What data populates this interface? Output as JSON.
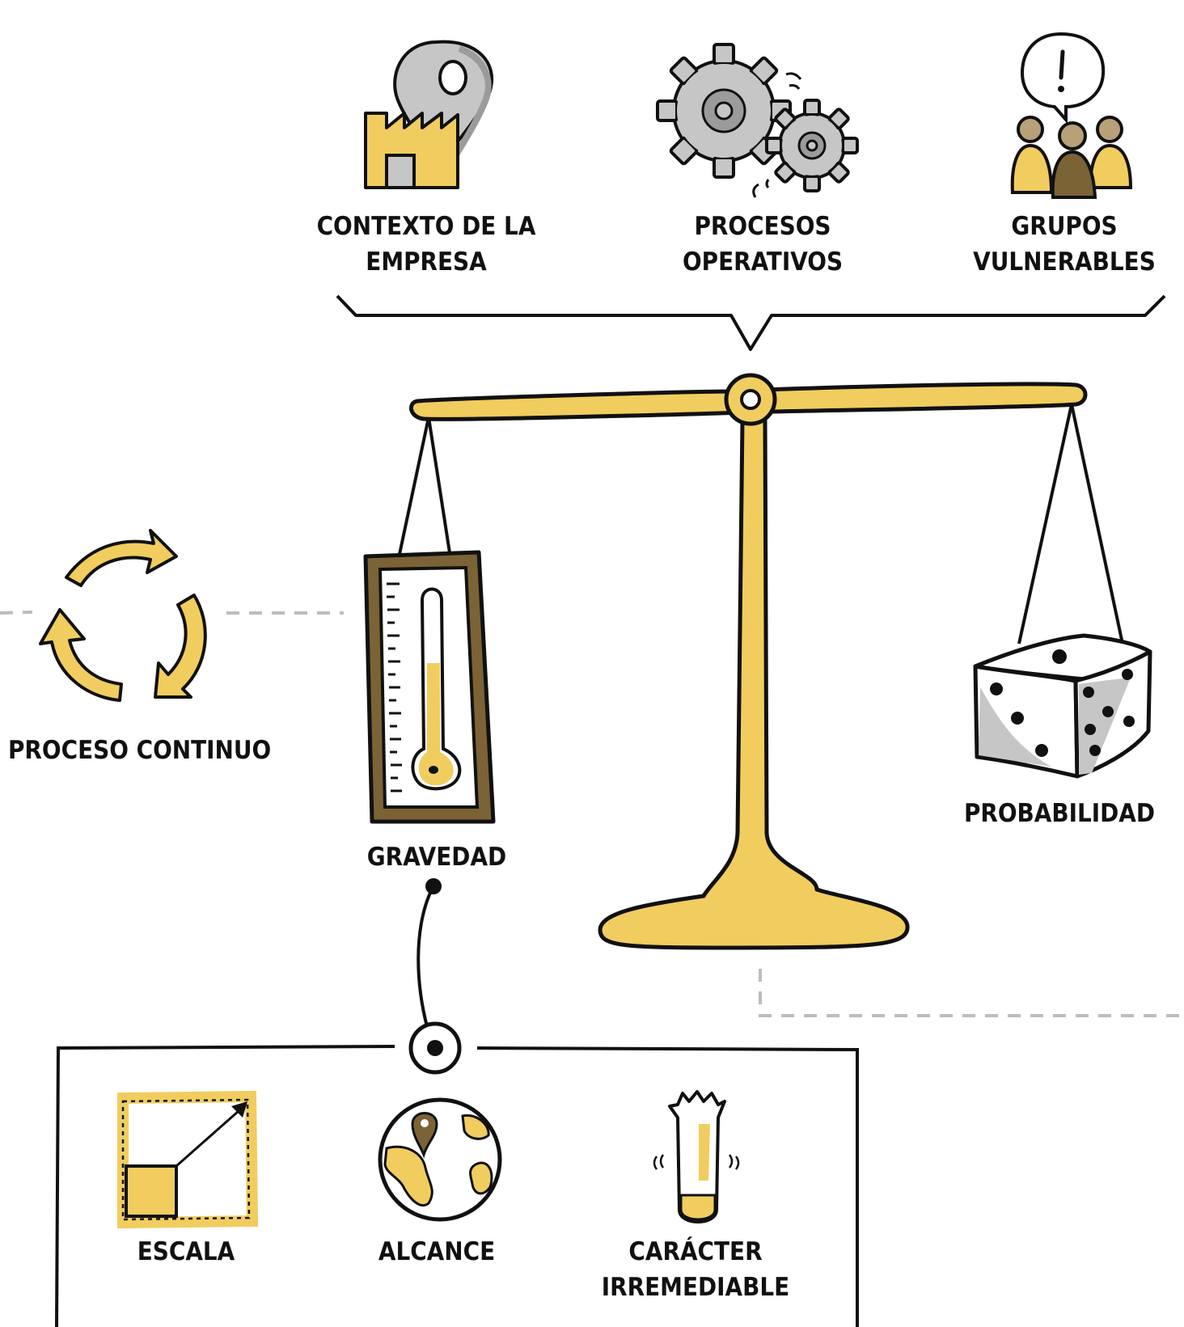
{
  "colors": {
    "yellow": "#f1cd5f",
    "yellow_dark": "#e6b93a",
    "brown": "#7b6336",
    "brown_light": "#b8a079",
    "gray": "#c6c6c6",
    "gray_dark": "#9b9b9b",
    "ink": "#111111",
    "dash": "#bdbdbd"
  },
  "top_factors": [
    {
      "icon": "factory-location-icon",
      "lines": [
        "CONTEXTO DE LA",
        "EMPRESA"
      ]
    },
    {
      "icon": "gears-icon",
      "lines": [
        "PROCESOS",
        "OPERATIVOS"
      ]
    },
    {
      "icon": "vulnerable-group-icon",
      "lines": [
        "GRUPOS",
        "VULNERABLES"
      ]
    }
  ],
  "scale": {
    "left_label": "GRAVEDAD",
    "left_icon": "thermometer-icon",
    "right_label": "PROBABILIDAD",
    "right_icon": "dice-icon"
  },
  "side": {
    "label": "PROCESO CONTINUO",
    "icon": "cycle-arrows-icon"
  },
  "gravity_criteria": [
    {
      "icon": "scale-growth-icon",
      "lines": [
        "ESCALA"
      ]
    },
    {
      "icon": "globe-location-icon",
      "lines": [
        "ALCANCE"
      ]
    },
    {
      "icon": "broken-vial-icon",
      "lines": [
        "CARÁCTER",
        "IRREMEDIABLE"
      ]
    }
  ]
}
